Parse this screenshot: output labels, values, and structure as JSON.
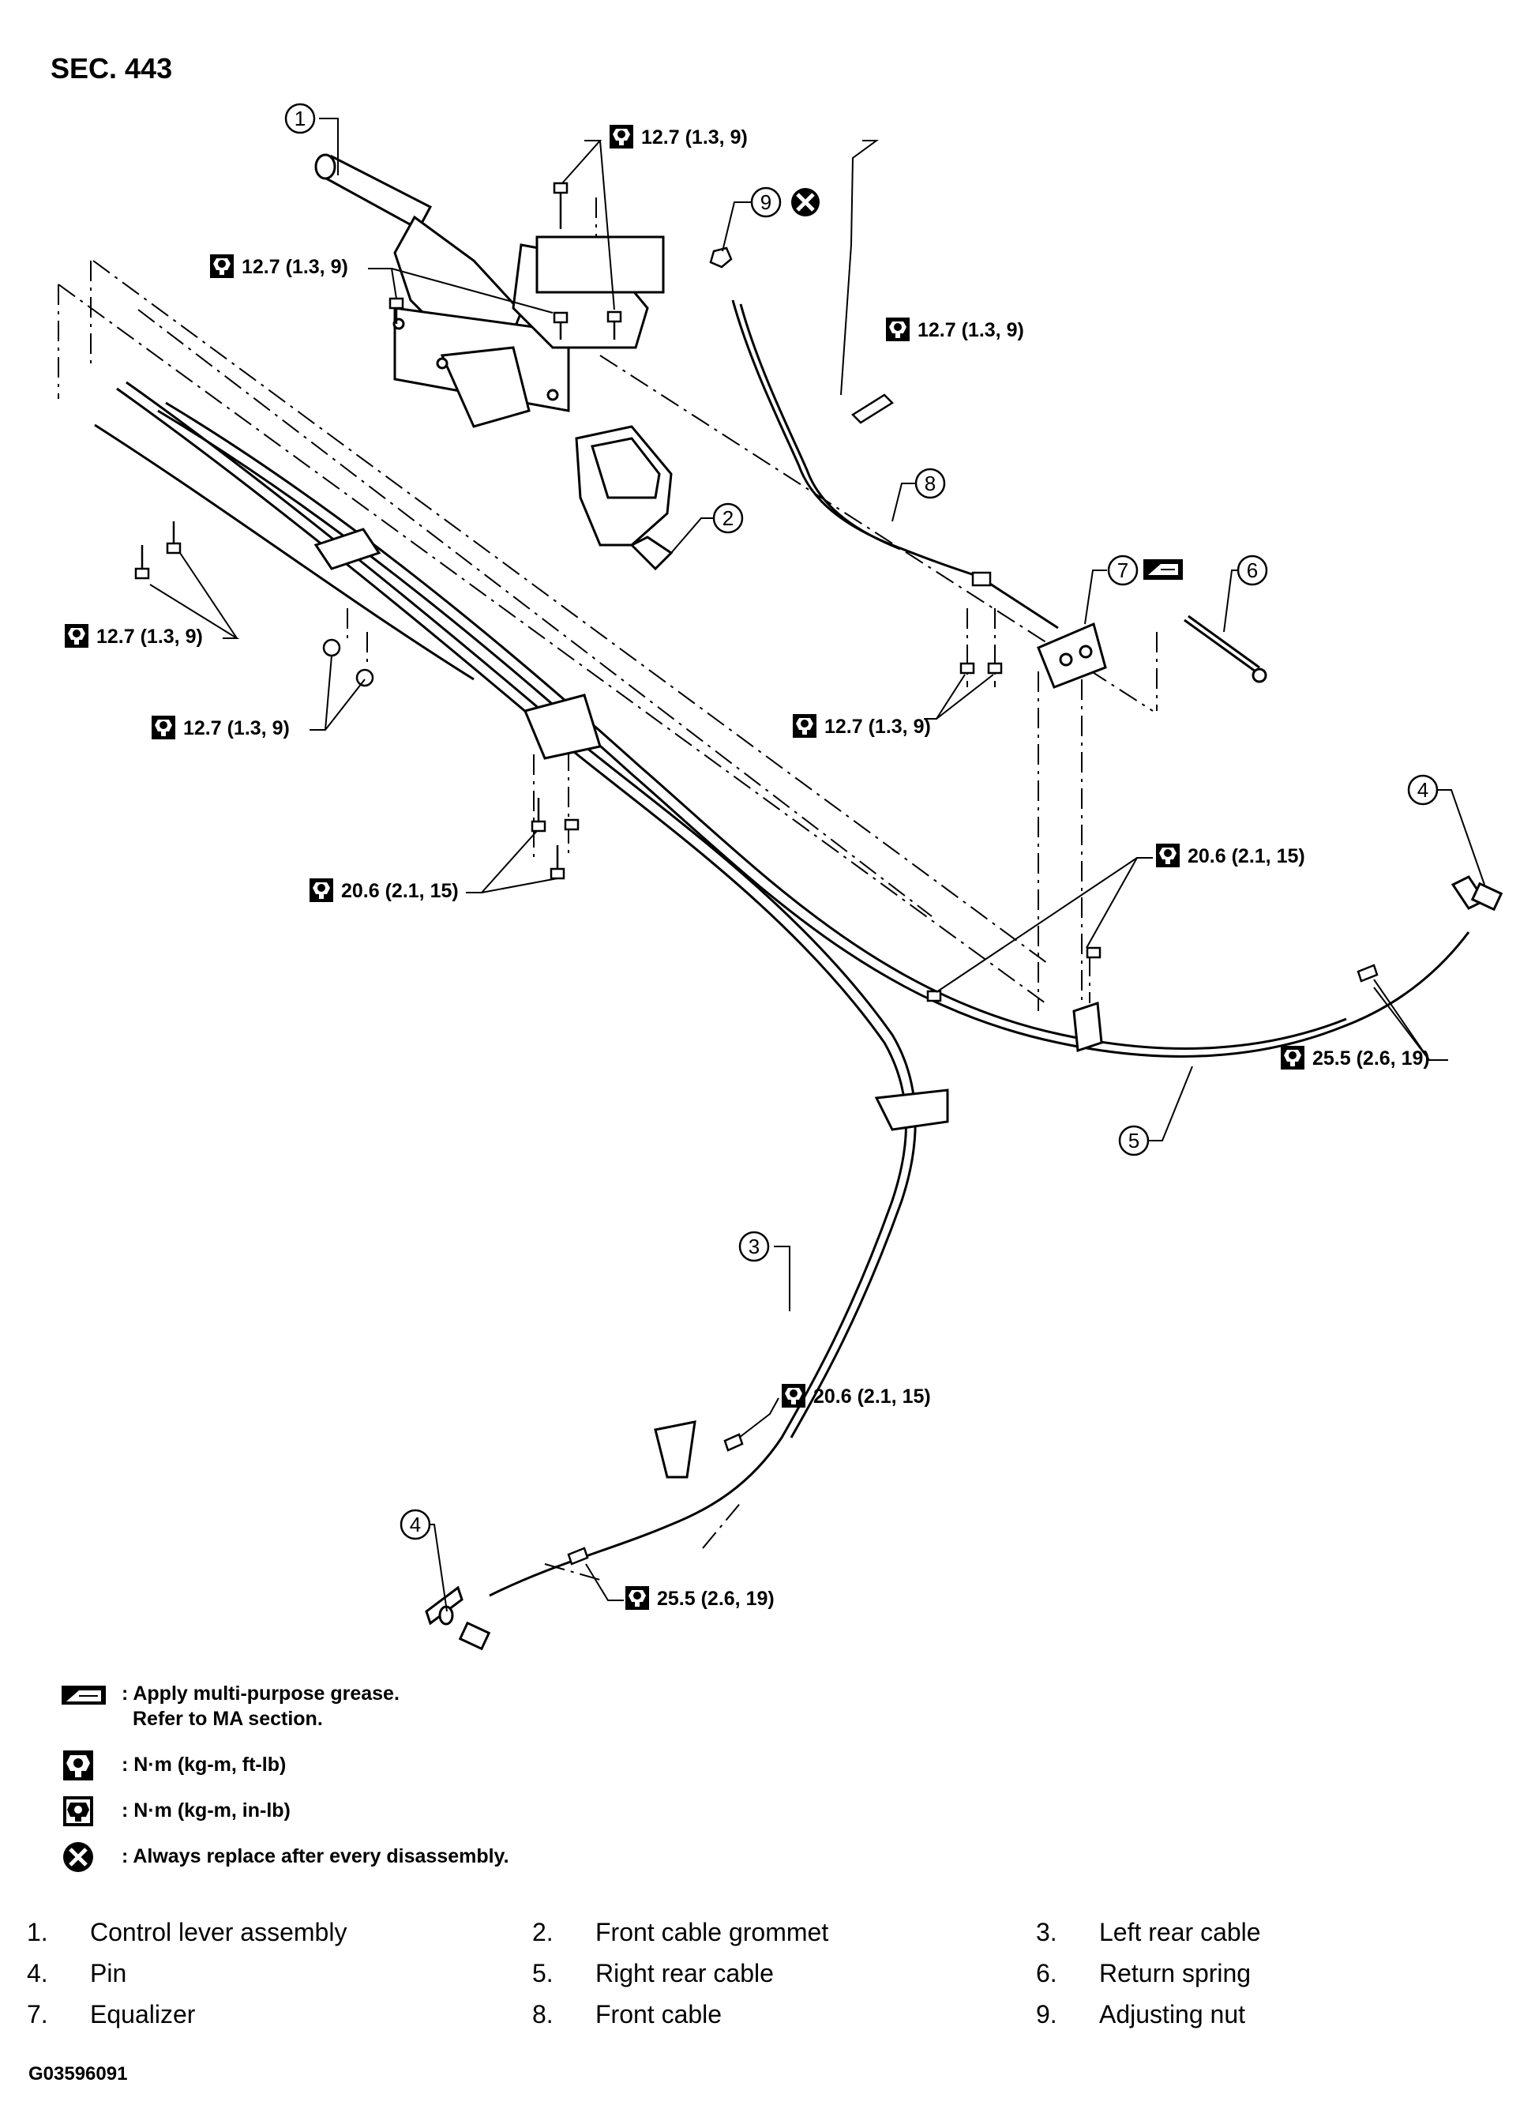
{
  "section_label": "SEC. 443",
  "figure_id": "G03596091",
  "torque_specs": {
    "t1": "12.7 (1.3, 9)",
    "t2": "12.7 (1.3, 9)",
    "t3": "12.7 (1.3, 9)",
    "t4": "12.7 (1.3, 9)",
    "t5": "12.7 (1.3, 9)",
    "t6": "12.7 (1.3, 9)",
    "t7": "20.6 (2.1, 15)",
    "t8": "20.6 (2.1, 15)",
    "t9": "25.5 (2.6, 19)",
    "t10": "20.6 (2.1, 15)",
    "t11": "25.5 (2.6, 19)"
  },
  "callouts": [
    "1",
    "2",
    "3",
    "4",
    "5",
    "6",
    "7",
    "8",
    "9",
    "4"
  ],
  "legend": [
    {
      "icon": "grease-icon",
      "line1": ": Apply multi-purpose grease.",
      "line2": "Refer to MA section."
    },
    {
      "icon": "torque-ftlb-icon",
      "line1": ": N·m (kg-m, ft-lb)",
      "line2": ""
    },
    {
      "icon": "torque-inlb-icon",
      "line1": ": N·m (kg-m, in-lb)",
      "line2": ""
    },
    {
      "icon": "replace-icon",
      "line1": ": Always replace after every disassembly.",
      "line2": ""
    }
  ],
  "parts": [
    {
      "num": "1.",
      "name": "Control lever assembly"
    },
    {
      "num": "2.",
      "name": "Front cable grommet"
    },
    {
      "num": "3.",
      "name": "Left rear cable"
    },
    {
      "num": "4.",
      "name": "Pin"
    },
    {
      "num": "5.",
      "name": "Right rear cable"
    },
    {
      "num": "6.",
      "name": "Return spring"
    },
    {
      "num": "7.",
      "name": "Equalizer"
    },
    {
      "num": "8.",
      "name": "Front cable"
    },
    {
      "num": "9.",
      "name": "Adjusting nut"
    }
  ]
}
